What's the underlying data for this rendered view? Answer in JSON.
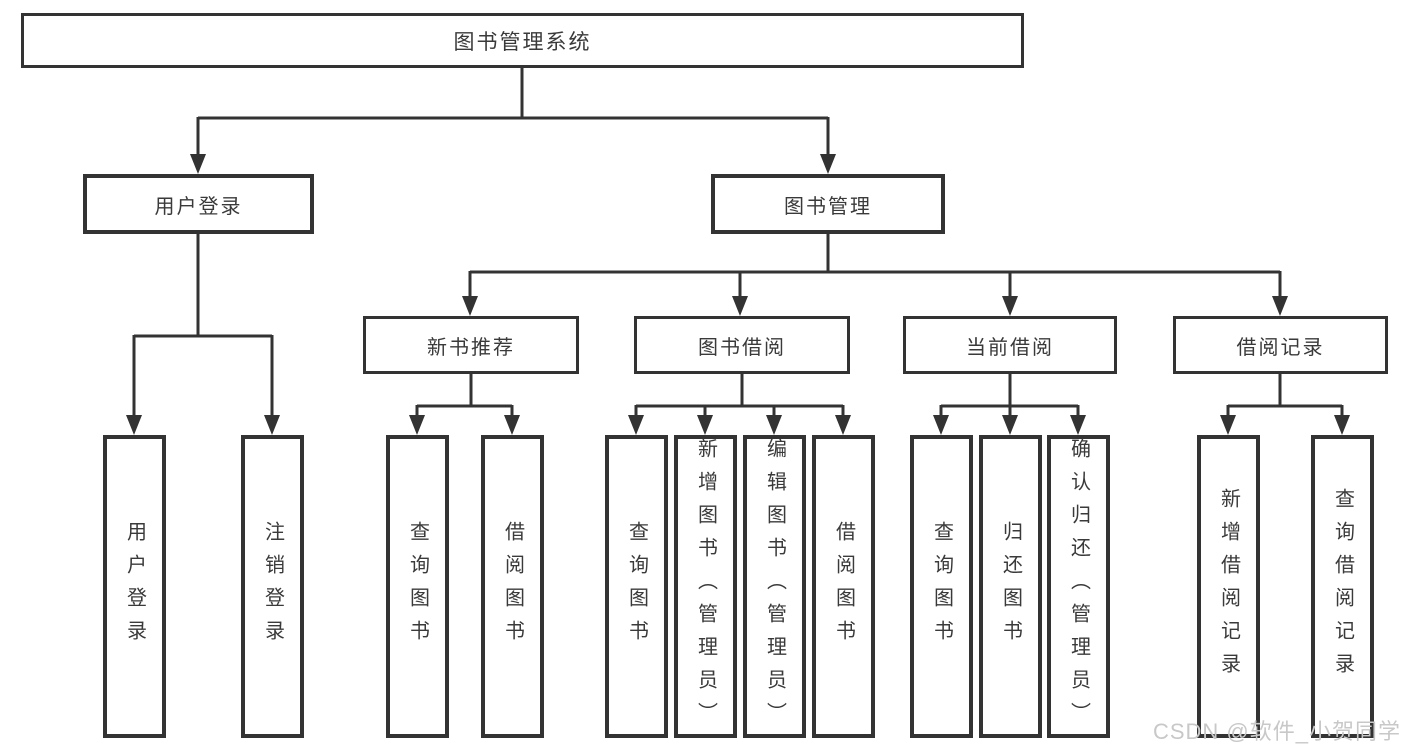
{
  "diagram_title": "图书管理系统",
  "nodes": {
    "root": "图书管理系统",
    "user_login": "用户登录",
    "book_management": "图书管理",
    "new_book_recommend": "新书推荐",
    "book_borrow": "图书借阅",
    "current_borrow": "当前借阅",
    "borrow_record": "借阅记录",
    "leaf_user_login": "用户登录",
    "leaf_logout": "注销登录",
    "leaf_rec_query_book": "查询图书",
    "leaf_rec_borrow_book": "借阅图书",
    "leaf_bb_query_book": "查询图书",
    "leaf_bb_add_book_admin": "新增图书（管理员）",
    "leaf_bb_edit_book_admin": "编辑图书（管理员）",
    "leaf_bb_borrow_book": "借阅图书",
    "leaf_cb_query_book": "查询图书",
    "leaf_cb_return_book": "归还图书",
    "leaf_cb_confirm_return_admin": "确认归还（管理员）",
    "leaf_br_add_record": "新增借阅记录",
    "leaf_br_query_record": "查询借阅记录"
  },
  "watermark": "CSDN @软件_小贺同学",
  "colors": {
    "line": "#333333",
    "text": "#3a3a3a",
    "watermark": "#c8c8c8",
    "background": "#ffffff"
  }
}
